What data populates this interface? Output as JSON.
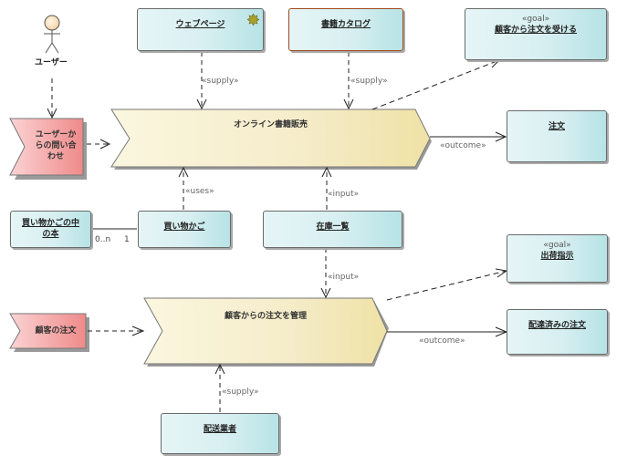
{
  "actor": {
    "label": "ユーザー"
  },
  "events": {
    "inquiry": "ユーザーからの問い合わせ",
    "inquiry_lines": [
      "ユーザーか",
      "らの問い合",
      "わせ"
    ],
    "customer_order": "顧客の注文"
  },
  "processes": {
    "online_sales": "オンライン書籍販売",
    "manage_orders": "顧客からの注文を管理"
  },
  "nodes": {
    "webpage": {
      "title": "ウェブページ",
      "icon": "gear-star-icon"
    },
    "catalog": {
      "title": "書籍カタログ"
    },
    "goal_receive": {
      "stereotype": "«goal»",
      "title": "顧客から注文を受ける"
    },
    "order": {
      "title": "注文"
    },
    "cart_items": {
      "title_lines": [
        "買い物かごの中",
        "の本"
      ]
    },
    "cart": {
      "title": "買い物かご"
    },
    "inventory": {
      "title": "在庫一覧"
    },
    "goal_ship": {
      "stereotype": "«goal»",
      "title": "出荷指示"
    },
    "delivered": {
      "title": "配達済みの注文"
    },
    "carrier": {
      "title": "配送業者"
    }
  },
  "connectors": {
    "supply_web": "«supply»",
    "supply_catalog": "«supply»",
    "outcome_order": "«outcome»",
    "uses_cart": "«uses»",
    "input_inv_up": "«input»",
    "input_inv_down": "«input»",
    "outcome_delivered": "«outcome»",
    "supply_carrier": "«supply»",
    "mult_many": "0..n",
    "mult_one": "1"
  }
}
